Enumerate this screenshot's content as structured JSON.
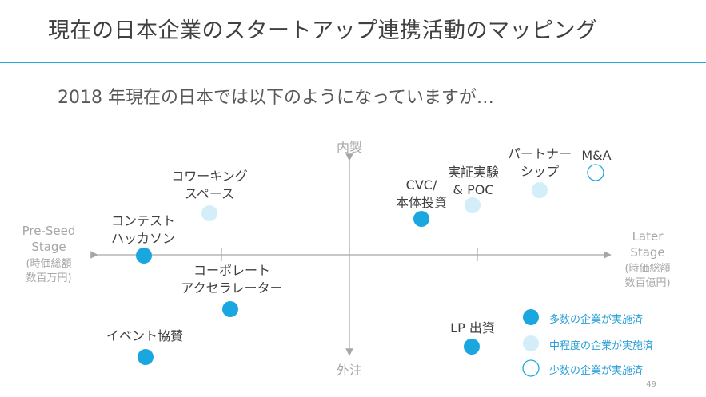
{
  "title": "現在の日本企業のスタートアップ連携活動のマッピング",
  "subtitle": "2018 年現在の日本では以下のようになっていますが…",
  "axes": {
    "top": "内製",
    "bottom": "外注",
    "left_main": "Pre-Seed\nStage",
    "left_sub": "(時価総額\n数百万円)",
    "right_main": "Later\nStage",
    "right_sub": "(時価総額\n数百億円)"
  },
  "items": [
    {
      "label": "コワーキング\nスペース",
      "level": "medium"
    },
    {
      "label": "コンテスト\nハッカソン",
      "level": "many"
    },
    {
      "label": "コーポレート\nアクセラレーター",
      "level": "many"
    },
    {
      "label": "イベント協賛",
      "level": "many"
    },
    {
      "label": "CVC/\n本体投資",
      "level": "many"
    },
    {
      "label": "実証実験\n& POC",
      "level": "medium"
    },
    {
      "label": "パートナー\nシップ",
      "level": "medium"
    },
    {
      "label": "M&A",
      "level": "few"
    },
    {
      "label": "LP 出資",
      "level": "many"
    }
  ],
  "legend": [
    {
      "label": "多数の企業が実施済",
      "level": "many"
    },
    {
      "label": "中程度の企業が実施済",
      "level": "medium"
    },
    {
      "label": "少数の企業が実施済",
      "level": "few"
    }
  ],
  "colors": {
    "many": "#1aa7e0",
    "medium": "#d3eef9",
    "few_stroke": "#1aa7e0",
    "axis": "#a6a6a6",
    "rule": "#29abe2"
  },
  "page_number": "49"
}
